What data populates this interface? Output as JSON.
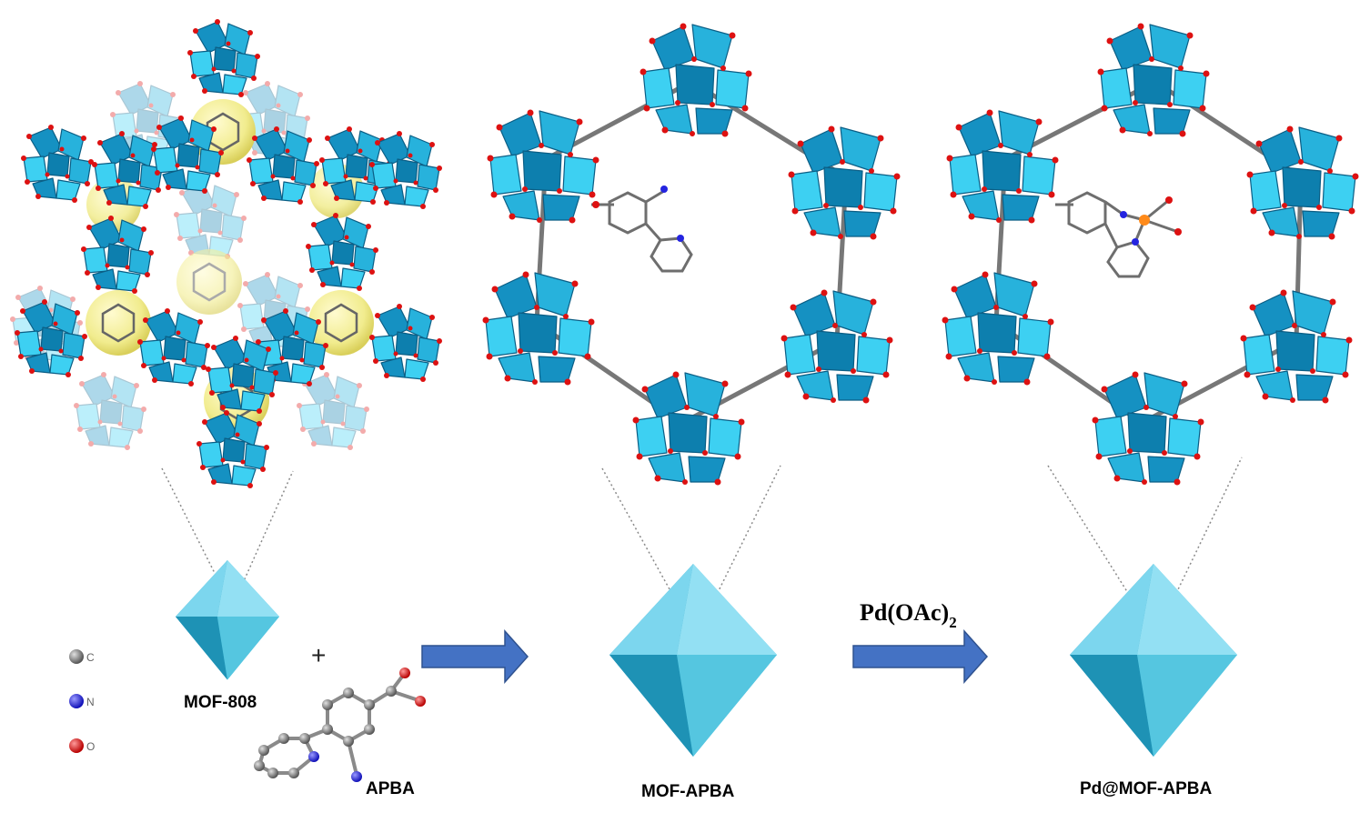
{
  "labels": {
    "mof808": "MOF-808",
    "apba": "APBA",
    "mof_apba": "MOF-APBA",
    "pd_mof_apba": "Pd@MOF-APBA",
    "reagent": "Pd(OAc)",
    "reagent_subscript": "2",
    "plus": "+"
  },
  "legend": [
    {
      "symbol": "C",
      "color": "#7f7f7f"
    },
    {
      "symbol": "N",
      "color": "#2424e0"
    },
    {
      "symbol": "O",
      "color": "#e01818"
    }
  ],
  "colors": {
    "polyhedra": "#27b2dc",
    "pore_sphere": "#f1ec8e",
    "arrow": "#4472c4",
    "octahedron_top": "#80d8ee",
    "octahedron_bottom": "#3bb4d4"
  }
}
